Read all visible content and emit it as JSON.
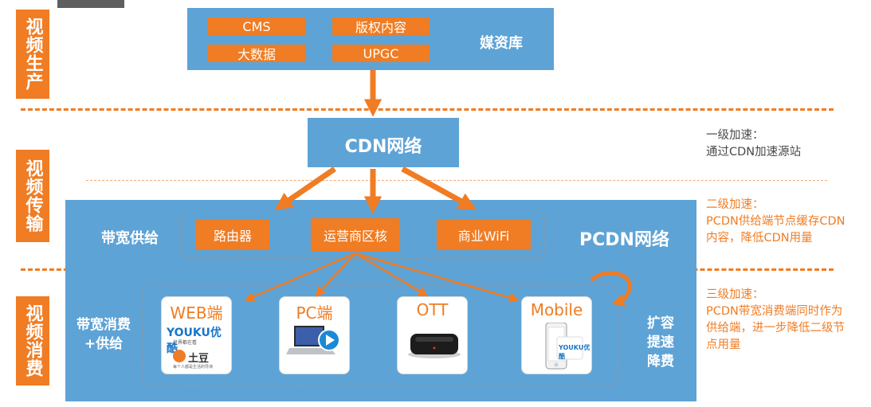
{
  "stages": {
    "production": "视频生产",
    "transmission": "视频传输",
    "consumption": "视频消费"
  },
  "media_library": {
    "label": "媒资库",
    "items": [
      "CMS",
      "版权内容",
      "大数据",
      "UPGC"
    ]
  },
  "cdn": {
    "label": "CDN网络"
  },
  "pcdn": {
    "label": "PCDN网络",
    "supply_label": "带宽供给",
    "nodes": [
      "路由器",
      "运营商区核",
      "商业WiFi"
    ]
  },
  "consumption": {
    "label_line1": "带宽消费",
    "label_line2": "+供给",
    "devices": [
      "WEB端",
      "PC端",
      "OTT",
      "Mobile"
    ],
    "side_line1": "扩容",
    "side_line2": "提速",
    "side_line3": "降费"
  },
  "notes": {
    "level1": "一级加速：\n通过CDN加速源站",
    "level2": "二级加速：\nPCDN供给端节点缓存CDN\n内容，降低CDN用量",
    "level3": "三级加速：\nPCDN带宽消费端同时作为\n供给端，进一步降低二级节\n点用量"
  },
  "logos": {
    "youku_top": "YOUKU优酷",
    "youku_sub": "世界都在看",
    "tudou": "土豆",
    "tudou_sub": "每个人都是生活的导演"
  },
  "colors": {
    "accent": "#f07c23",
    "panel": "#5ea3d6"
  }
}
